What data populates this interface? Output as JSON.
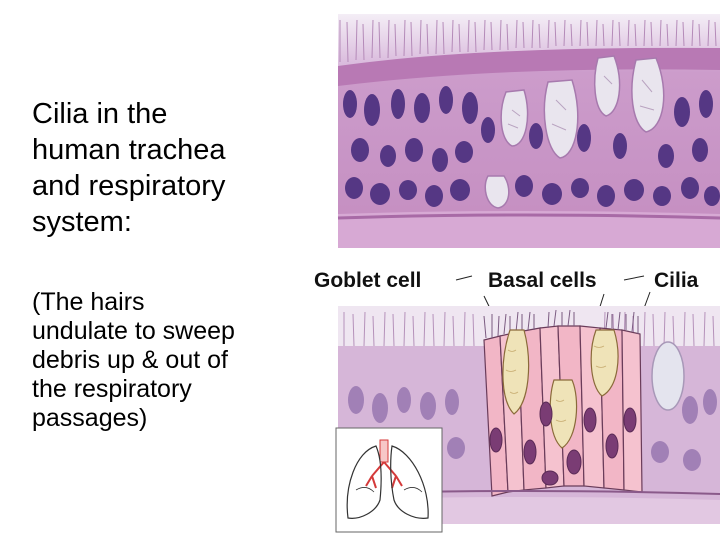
{
  "slide": {
    "title": "Cilia in the\nhuman trachea\nand respiratory\nsystem:",
    "body": "(The hairs\nundulate to sweep\ndebris up & out of\nthe respiratory\npassages)"
  },
  "figure": {
    "labels": {
      "goblet": "Goblet cell",
      "basal": "Basal cells",
      "cilia": "Cilia"
    },
    "colors": {
      "tissue_pink": "#c996c4",
      "nucleus_purple": "#5a3a86",
      "goblet_white": "#e6e2ec",
      "drawing_pink": "#f2b6c6",
      "drawing_cream": "#efe3b8"
    },
    "icons": [
      "micrograph-image",
      "cell-diagram-image",
      "lungs-image"
    ]
  }
}
